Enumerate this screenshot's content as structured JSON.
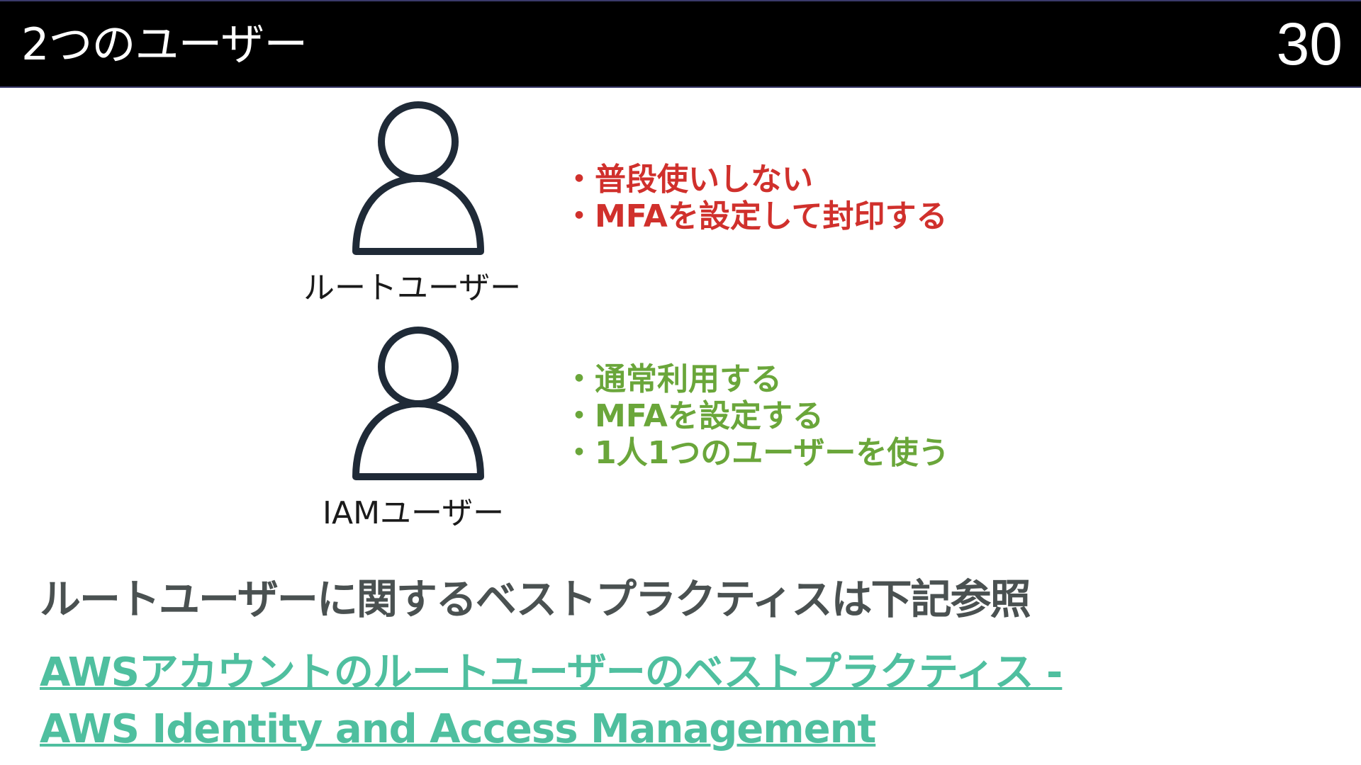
{
  "header": {
    "title": "2つのユーザー",
    "page_number": "30"
  },
  "root_user": {
    "icon": "user-icon",
    "label": "ルートユーザー",
    "bullets": [
      "普段使いしない",
      "MFAを設定して封印する"
    ],
    "color": "#d0302c"
  },
  "iam_user": {
    "icon": "user-icon",
    "label": "IAMユーザー",
    "bullets": [
      "通常利用する",
      "MFAを設定する",
      "1人1つのユーザーを使う"
    ],
    "color": "#6aa63a"
  },
  "footer": {
    "heading": "ルートユーザーに関するベストプラクティスは下記参照",
    "link_line1": "AWSアカウントのルートユーザーのベストプラクティス -",
    "link_line2": "AWS Identity and Access Management",
    "link_color": "#4fbf9f"
  },
  "colors": {
    "header_bg": "#000000",
    "icon_stroke": "#1f2a37",
    "heading_text": "#4a5151"
  }
}
